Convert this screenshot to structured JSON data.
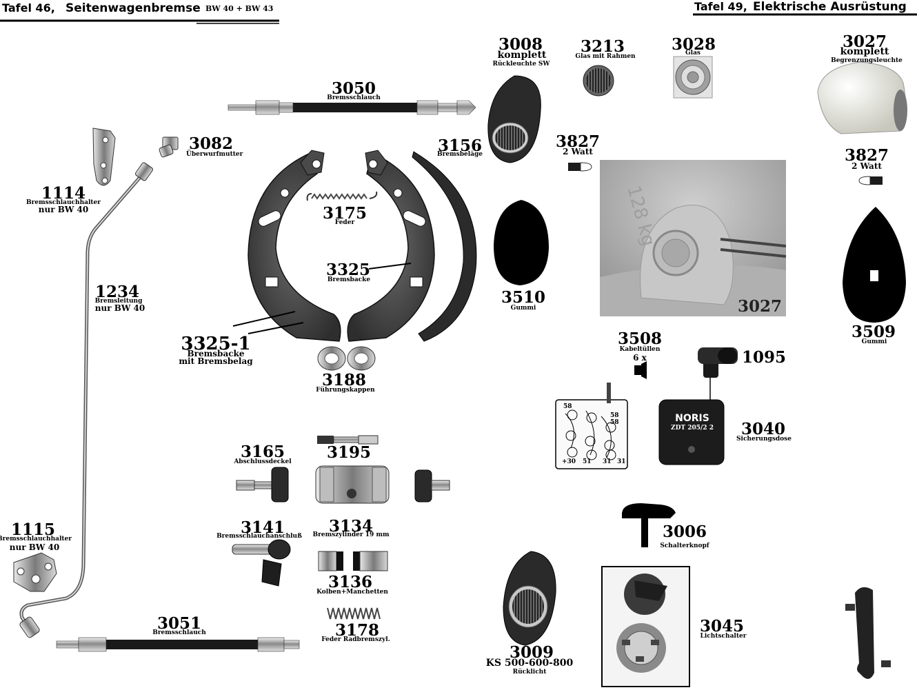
{
  "header_left": {
    "tafel": "Tafel 46,",
    "title": "Seitenwagenbremse",
    "models": "BW 40 + BW 43"
  },
  "header_right": {
    "tafel": "Tafel 49,",
    "title": "Elektrische Ausrüstung"
  },
  "parts": {
    "p3050": {
      "number": "3050",
      "name": "Bremsschlauch"
    },
    "p3082": {
      "number": "3082",
      "name": "Überwurfmutter"
    },
    "p1114": {
      "number": "1114",
      "name": "Bremsschlauchhalter",
      "note": "nur BW 40"
    },
    "p1234": {
      "number": "1234",
      "name": "Bremsleitung",
      "note": "nur BW 40"
    },
    "p3175": {
      "number": "3175",
      "name": "Feder"
    },
    "p3325": {
      "number": "3325",
      "name": "Bremsbacke"
    },
    "p3156": {
      "number": "3156",
      "name": "Bremsbeläge"
    },
    "p3325_1": {
      "number": "3325-1",
      "name": "Bremsbacke",
      "name2": "mit Bremsbelag"
    },
    "p3188": {
      "number": "3188",
      "name": "Führungskappen"
    },
    "p3165": {
      "number": "3165",
      "name": "Abschlussdeckel"
    },
    "p3195": {
      "number": "3195"
    },
    "p3141": {
      "number": "3141",
      "name": "Bremsschlauchanschluß"
    },
    "p3134": {
      "number": "3134",
      "name": "Bremszylinder 19 mm"
    },
    "p3136": {
      "number": "3136",
      "name": "Kolben+Manchetten"
    },
    "p3178": {
      "number": "3178",
      "name": "Feder Radbremszyl."
    },
    "p1115": {
      "number": "1115",
      "name": "Bremsschlauchhalter",
      "note": "nur BW 40"
    },
    "p3051": {
      "number": "3051",
      "name": "Bremsschlauch"
    },
    "p3008": {
      "number": "3008",
      "qualifier": "komplett",
      "name": "Rückleuchte SW"
    },
    "p3213": {
      "number": "3213",
      "name": "Glas mit Rahmen"
    },
    "p3028": {
      "number": "3028",
      "name": "Glas"
    },
    "p3027": {
      "number": "3027",
      "qualifier": "komplett",
      "name": "Begrenzungsleuchte"
    },
    "p3827a": {
      "number": "3827",
      "name": "2 Watt"
    },
    "p3827b": {
      "number": "3827",
      "name": "2 Watt"
    },
    "p3510": {
      "number": "3510",
      "name": "Gummi"
    },
    "p3027photo": {
      "number": "3027",
      "lettering": "128 kg"
    },
    "p3509": {
      "number": "3509",
      "name": "Gummi"
    },
    "p3508": {
      "number": "3508",
      "name": "Kabeltüllen",
      "qty": "6 x"
    },
    "p1095": {
      "number": "1095"
    },
    "p3040": {
      "number": "3040",
      "name": "Sicherungsdose",
      "label1": "NORIS",
      "label2": "ZDT 205/2 2"
    },
    "terminal": {
      "t58a": "58",
      "t58b": "58",
      "t58c": "58",
      "t30": "+30",
      "t51": "51",
      "t31a": "31",
      "t31b": "31"
    },
    "p3006": {
      "number": "3006",
      "name": "Schalterknopf"
    },
    "p3045": {
      "number": "3045",
      "name": "Lichtschalter"
    },
    "p3009": {
      "number": "3009",
      "models": "KS 500-600-800",
      "name": "Rücklicht"
    }
  }
}
